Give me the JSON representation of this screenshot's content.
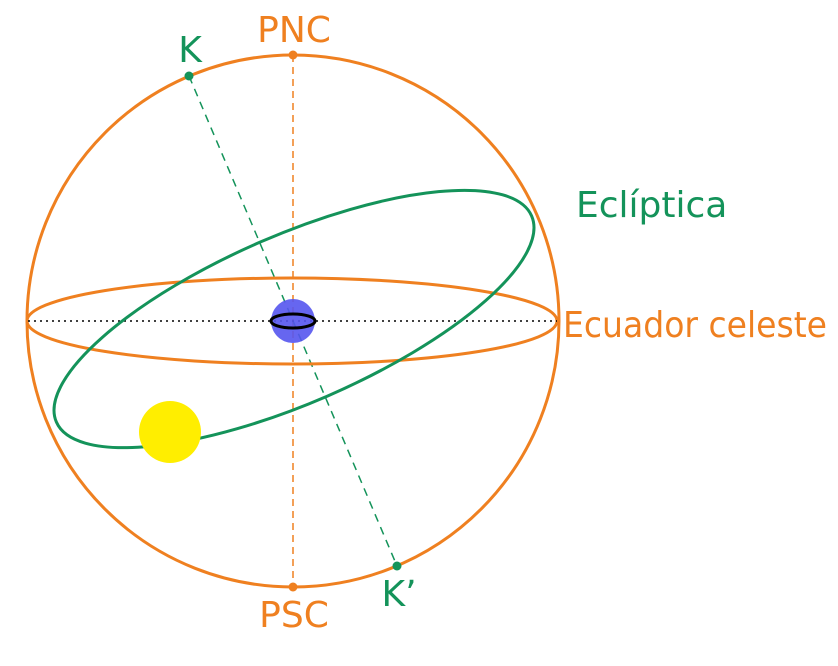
{
  "diagram": {
    "labels": {
      "north_pole": "PNC",
      "south_pole": "PSC",
      "ecliptic_pole_north": "K",
      "ecliptic_pole_south": "K’",
      "ecliptic": "Eclíptica",
      "celestial_equator": "Ecuador celeste"
    },
    "colors": {
      "celestial": "#ef8020",
      "ecliptic": "#14935a",
      "sun": "#ffee00",
      "earth": "#5555ee",
      "horizon_line": "#000000"
    },
    "objects": {
      "sun": "sun",
      "earth": "earth"
    }
  }
}
